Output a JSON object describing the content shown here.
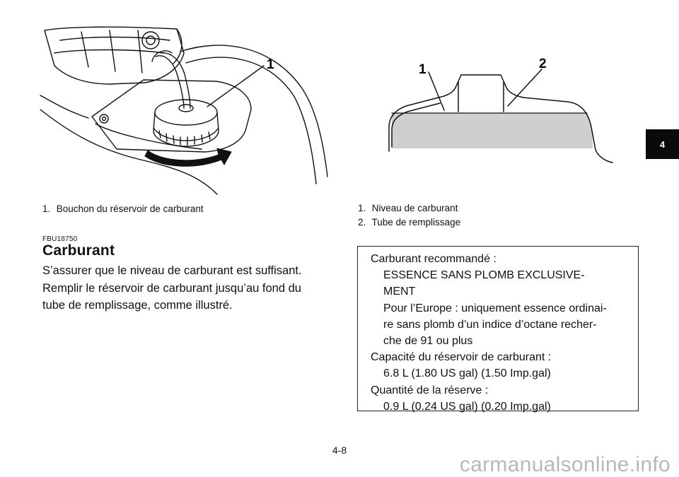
{
  "figure1": {
    "callout": "1",
    "caption": [
      {
        "num": "1.",
        "text": "Bouchon du réservoir de carburant"
      }
    ]
  },
  "figure2": {
    "callouts": [
      "1",
      "2"
    ],
    "caption": [
      {
        "num": "1.",
        "text": "Niveau de carburant"
      },
      {
        "num": "2.",
        "text": "Tube de remplissage"
      }
    ]
  },
  "section": {
    "code": "FBU18750",
    "title": "Carburant",
    "body": [
      "S’assurer que le niveau de carburant est suffisant.",
      "Remplir le réservoir de carburant jusqu’au fond du",
      "tube de remplissage, comme illustré."
    ]
  },
  "spec_box": {
    "lines": [
      {
        "indent": false,
        "text": "Carburant recommandé :"
      },
      {
        "indent": true,
        "text": "ESSENCE SANS PLOMB EXCLUSIVE-"
      },
      {
        "indent": true,
        "text": "MENT"
      },
      {
        "indent": true,
        "text": "Pour l’Europe : uniquement essence ordinai-"
      },
      {
        "indent": true,
        "text": "re sans plomb d’un indice d’octane recher-"
      },
      {
        "indent": true,
        "text": "che de 91 ou plus"
      },
      {
        "indent": false,
        "text": "Capacité du réservoir de carburant :"
      },
      {
        "indent": true,
        "text": "6.8 L (1.80 US gal) (1.50 Imp.gal)"
      },
      {
        "indent": false,
        "text": "Quantité de la réserve :"
      },
      {
        "indent": true,
        "text": "0.9 L (0.24 US gal) (0.20 Imp.gal)"
      }
    ]
  },
  "chapter_tab": "4",
  "page_number": "4-8",
  "watermark": "carmanualsonline.info"
}
